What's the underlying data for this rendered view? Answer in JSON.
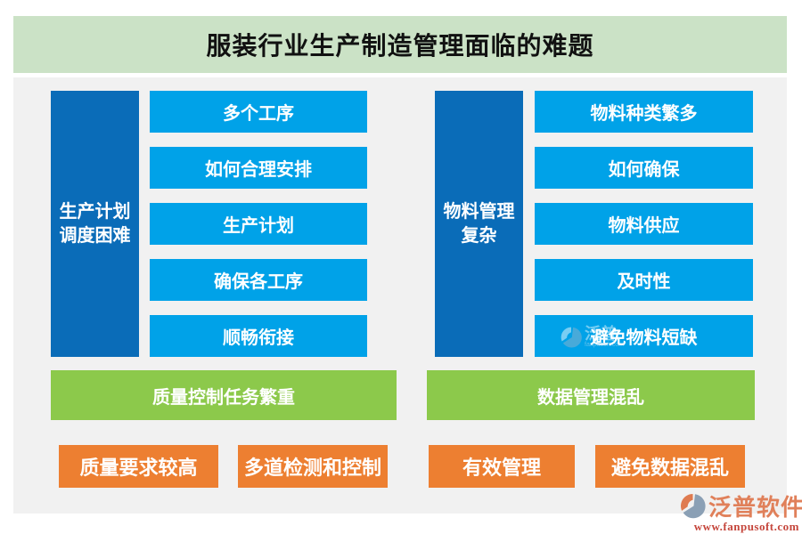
{
  "page": {
    "title": "服装行业生产制造管理面临的难题"
  },
  "groups": [
    {
      "label_lines": [
        "生产计划",
        "调度困难"
      ],
      "bars": [
        "多个工序",
        "如何合理安排",
        "生产计划",
        "确保各工序",
        "顺畅衔接"
      ],
      "summary": "质量控制任务繁重",
      "buttons": [
        "质量要求较高",
        "多道检测和控制"
      ]
    },
    {
      "label_lines": [
        "物料管理",
        "复杂"
      ],
      "bars": [
        "物料种类繁多",
        "如何确保",
        "物料供应",
        "及时性",
        "避免物料短缺"
      ],
      "summary": "数据管理混乱",
      "buttons": [
        "有效管理",
        "避免数据混乱"
      ]
    }
  ],
  "watermark": {
    "brand": "泛普",
    "caption": "fanpusoft.com"
  },
  "footer_logo": {
    "brand": "泛普软件",
    "website": "www.fanpusoft.com"
  },
  "colors": {
    "header_bg": "#cbe2c6",
    "panel_bg": "#f1f1f1",
    "block_blue": "#0a6cb8",
    "bar_cyan": "#00a2e8",
    "summary_green": "#8cc94b",
    "button_orange": "#ed7f31",
    "brand_orange": "#e0805a",
    "url_red": "#c5463c"
  }
}
